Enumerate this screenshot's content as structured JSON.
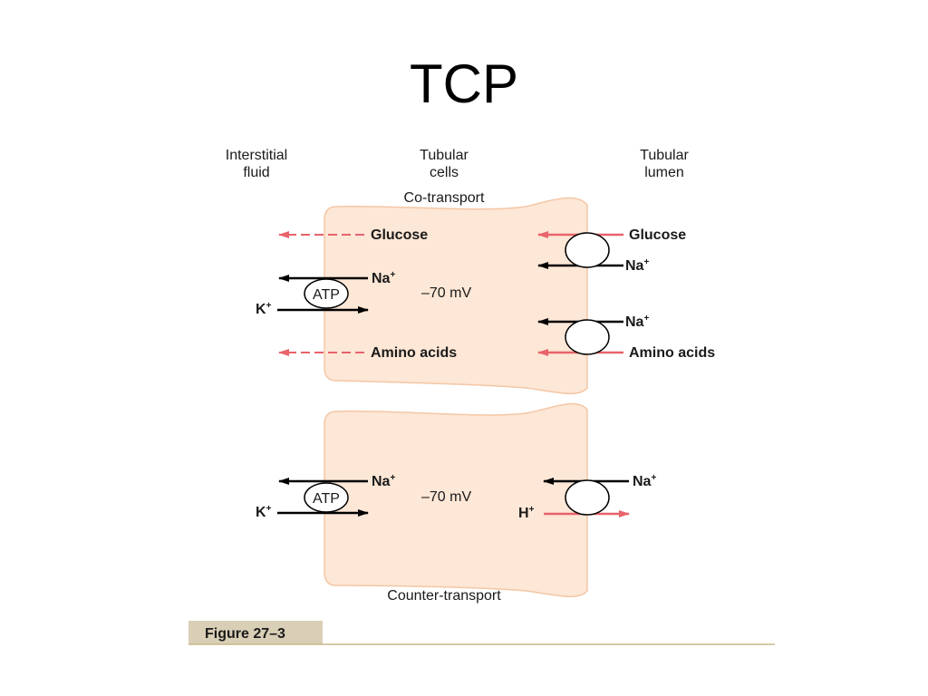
{
  "slide": {
    "title": "TCP"
  },
  "headers": {
    "interstitial_1": "Interstitial",
    "interstitial_2": "fluid",
    "cells_1": "Tubular",
    "cells_2": "cells",
    "lumen_1": "Tubular",
    "lumen_2": "lumen"
  },
  "panel_top": {
    "title": "Co-transport",
    "glucose_left": "Glucose",
    "na_left": "Na",
    "atp": "ATP",
    "k": "K",
    "voltage": "–70 mV",
    "amino_left": "Amino acids",
    "glucose_right": "Glucose",
    "na_right_1": "Na",
    "na_right_2": "Na",
    "amino_right": "Amino acids"
  },
  "panel_bottom": {
    "title": "Counter-transport",
    "na_left": "Na",
    "atp": "ATP",
    "k": "K",
    "voltage": "–70 mV",
    "na_right": "Na",
    "h": "H"
  },
  "superscript": "+",
  "figure": {
    "caption": "Figure 27–3"
  },
  "colors": {
    "cell_fill": "#fde7d6",
    "cell_stroke": "#f3c7a6",
    "arrow_red": "#e8636b",
    "arrow_black": "#000000",
    "caption_bg": "#d9cfb6",
    "caption_line": "#c8b88a"
  }
}
